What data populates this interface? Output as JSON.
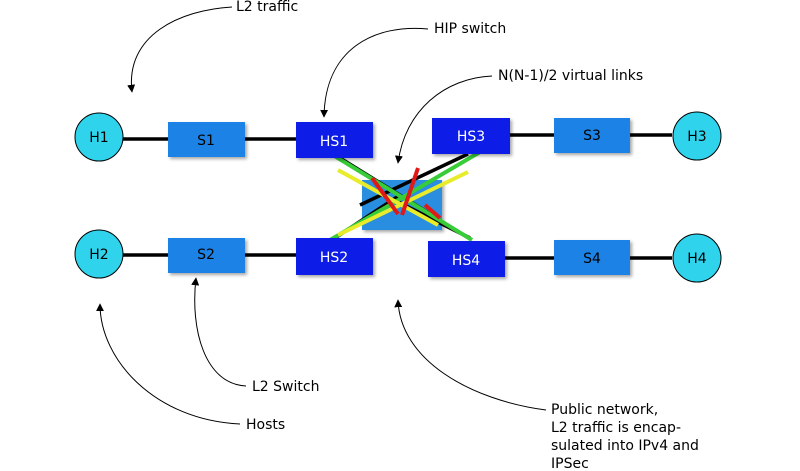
{
  "colors": {
    "host_fill": "#2fd4ec",
    "switch_fill": "#1e82e6",
    "hip_switch_fill": "#0a1ae6",
    "public_network_fill": "#2a8ee0",
    "vlink_green": "#38cc38",
    "vlink_yellow": "#e8ec2a",
    "vlink_red": "#e01818",
    "link": "#000000"
  },
  "hosts": [
    "H1",
    "H2",
    "H3",
    "H4"
  ],
  "switches": [
    "S1",
    "S2",
    "S3",
    "S4"
  ],
  "hip_switches": [
    "HS1",
    "HS2",
    "HS3",
    "HS4"
  ],
  "annotations": {
    "l2_traffic": "L2 traffic",
    "hip_switch": "HIP switch",
    "virtual_links": "N(N-1)/2 virtual links",
    "l2_switch": "L2 Switch",
    "hosts": "Hosts",
    "public_network": [
      "Public network,",
      "L2 traffic is encap-",
      "sulated into IPv4 and",
      "IPSec"
    ]
  }
}
